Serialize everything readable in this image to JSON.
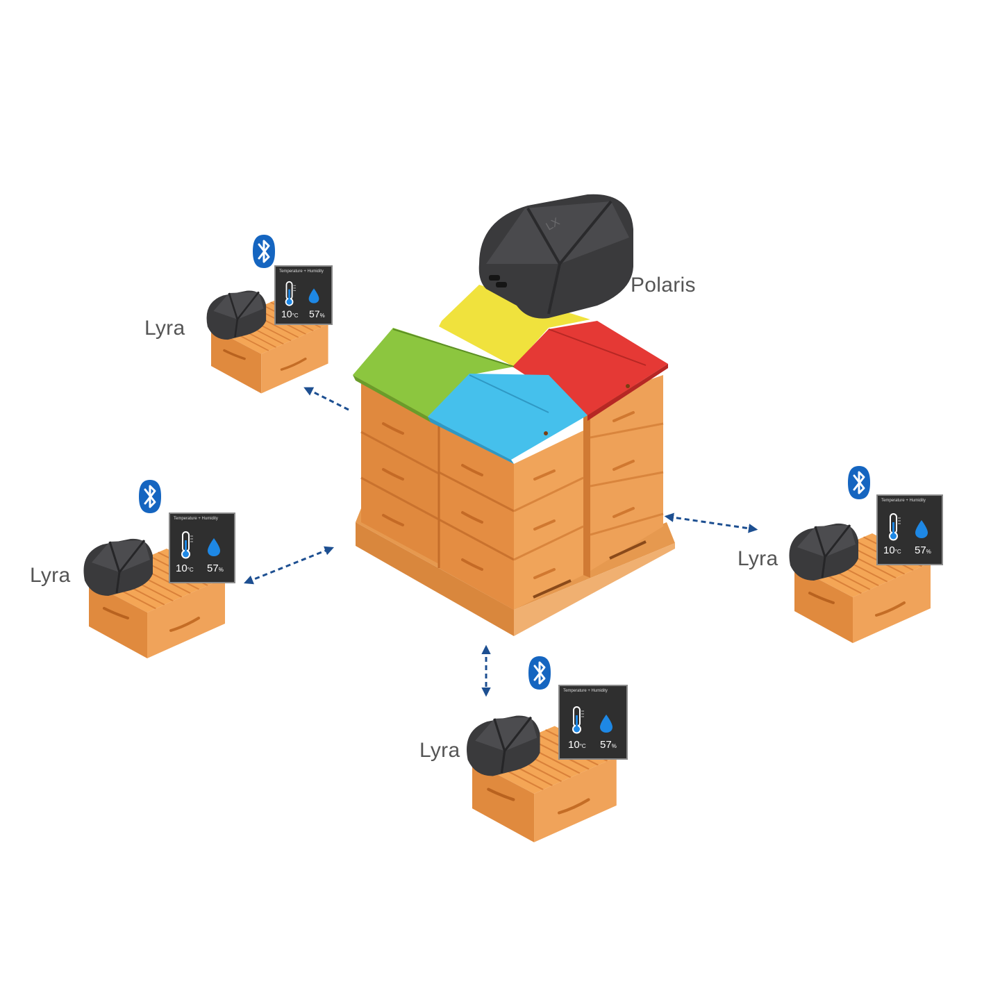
{
  "gateway": {
    "label": "Polaris",
    "icon": "gateway-device-icon"
  },
  "apiary_icon": "beehive-stack-icon",
  "roof_colors": [
    "#f0e23d",
    "#8cc63f",
    "#e53935",
    "#45c0ec"
  ],
  "hive_color": "#e89a4f",
  "link_color": "#1d4f91",
  "bluetooth_color": "#1565c0",
  "sensor_nodes": [
    {
      "label": "Lyra",
      "bluetooth_icon": "bluetooth-icon",
      "card": {
        "caption": "Temperature + Humidity",
        "temperature": "10",
        "temperature_unit": "°C",
        "humidity": "57",
        "humidity_unit": "%"
      }
    },
    {
      "label": "Lyra",
      "bluetooth_icon": "bluetooth-icon",
      "card": {
        "caption": "Temperature + Humidity",
        "temperature": "10",
        "temperature_unit": "°C",
        "humidity": "57",
        "humidity_unit": "%"
      }
    },
    {
      "label": "Lyra",
      "bluetooth_icon": "bluetooth-icon",
      "card": {
        "caption": "Temperature + Humidity",
        "temperature": "10",
        "temperature_unit": "°C",
        "humidity": "57",
        "humidity_unit": "%"
      }
    },
    {
      "label": "Lyra",
      "bluetooth_icon": "bluetooth-icon",
      "card": {
        "caption": "Temperature + Humidity",
        "temperature": "10",
        "temperature_unit": "°C",
        "humidity": "57",
        "humidity_unit": "%"
      }
    }
  ]
}
